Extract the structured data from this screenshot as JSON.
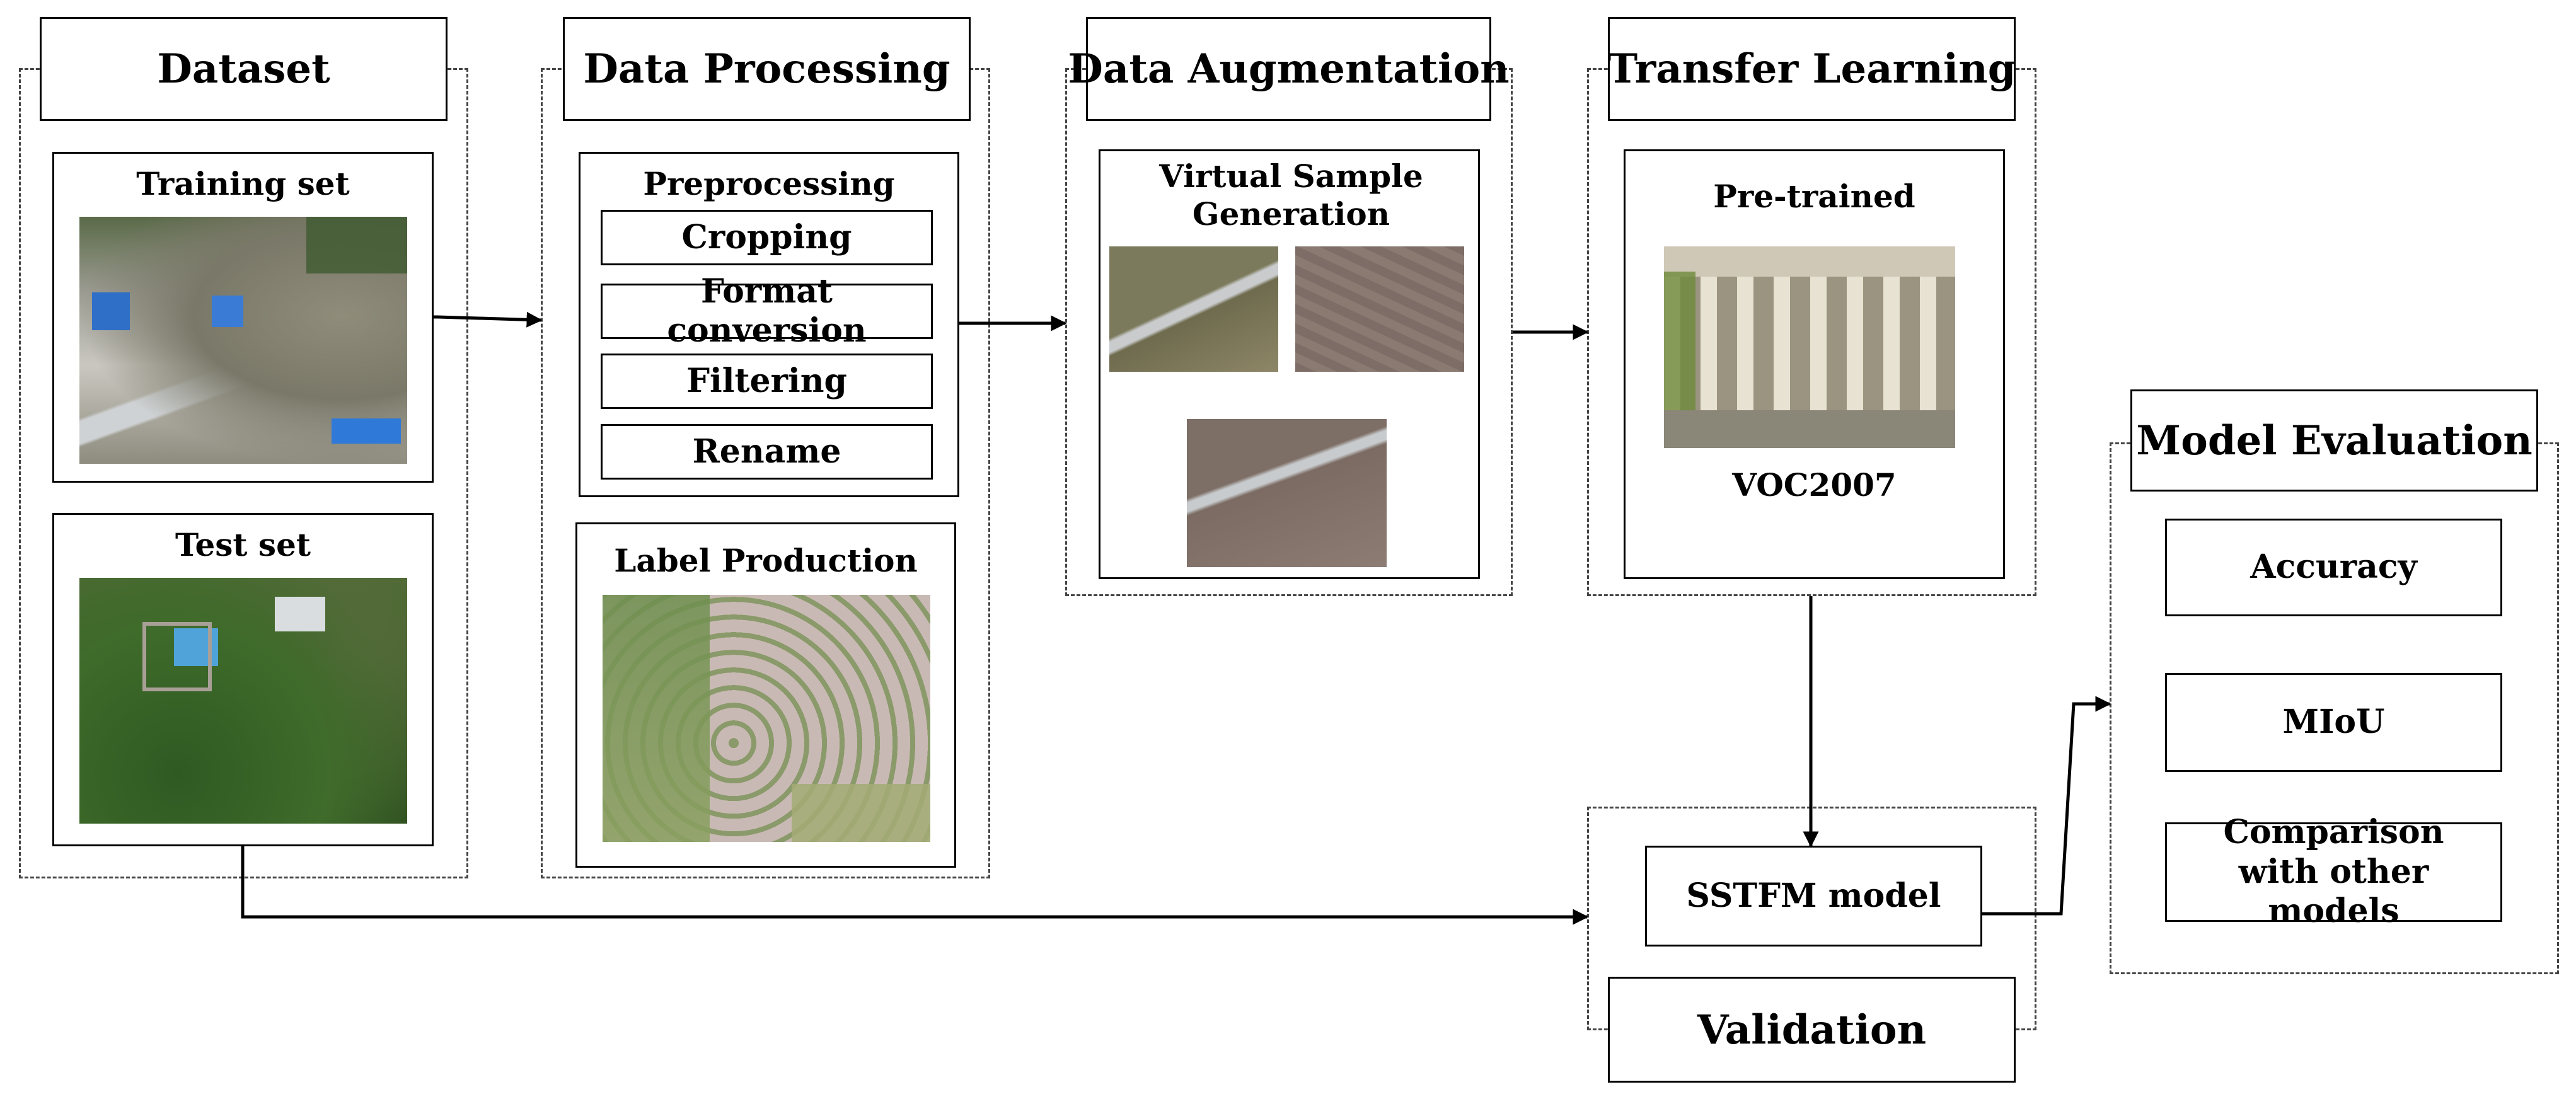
{
  "stages": {
    "dataset": {
      "title": "Dataset",
      "training_label": "Training set",
      "test_label": "Test set"
    },
    "processing": {
      "title": "Data Processing",
      "preprocessing_label": "Preprocessing",
      "steps": [
        "Cropping",
        "Format conversion",
        "Filtering",
        "Rename"
      ],
      "label_production": "Label Production"
    },
    "augmentation": {
      "title": "Data Augmentation",
      "virtual_label": "Virtual Sample Generation"
    },
    "transfer": {
      "title": "Transfer Learning",
      "pretrained_label": "Pre-trained",
      "dataset_name": "VOC2007"
    },
    "validation": {
      "model_label": "SSTFM model",
      "title": "Validation"
    },
    "evaluation": {
      "title": "Model Evaluation",
      "metrics": [
        "Accuracy",
        "MIoU",
        "Comparison with other models"
      ]
    }
  },
  "colors": {
    "border": "#000000",
    "dashed_border": "#444444",
    "arrow": "#000000"
  }
}
